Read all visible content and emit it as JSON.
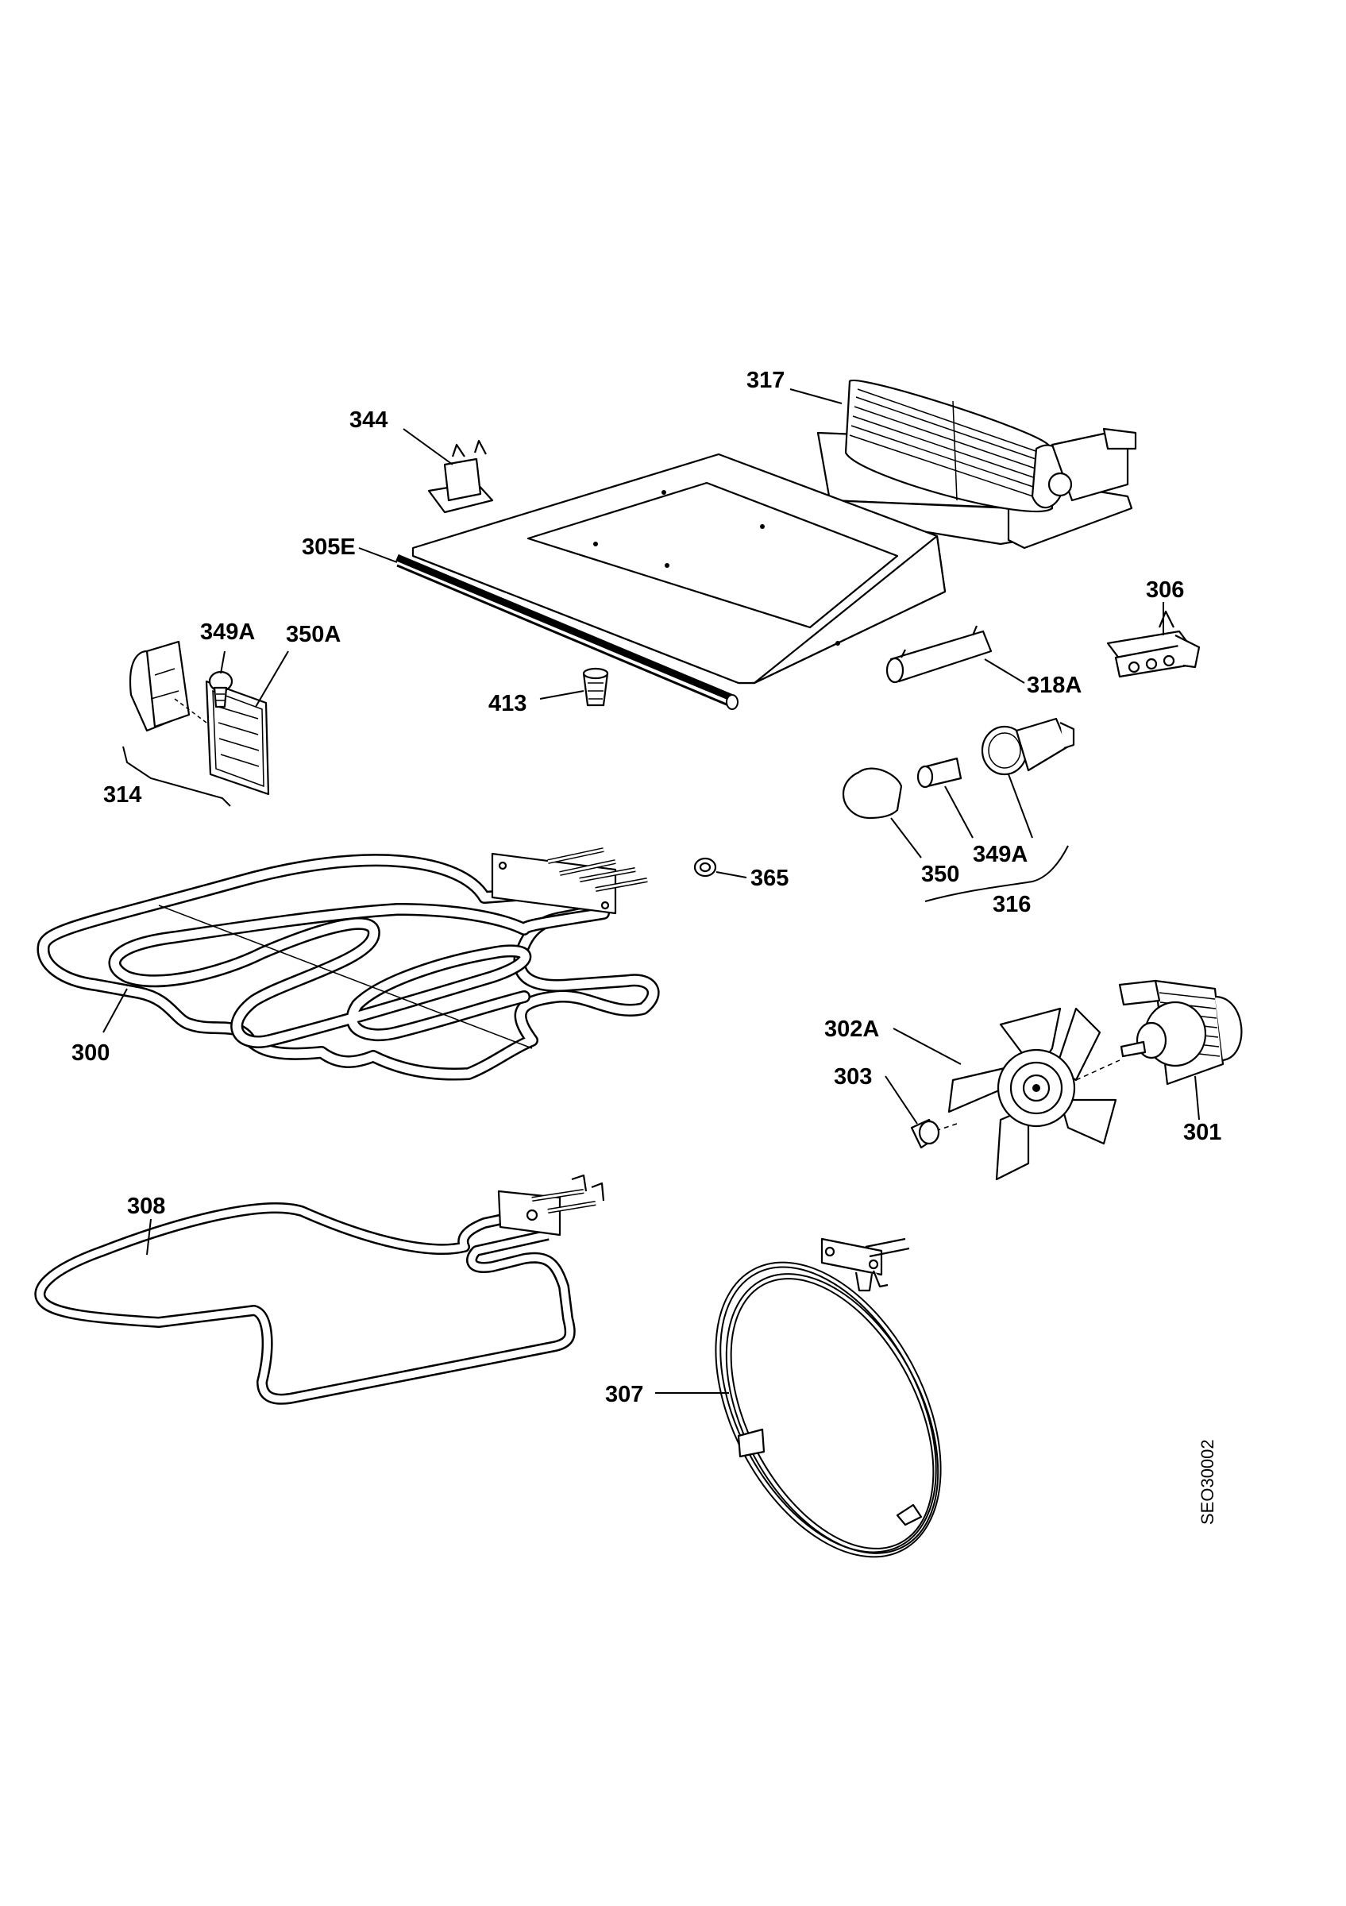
{
  "labels": {
    "p317": "317",
    "p344": "344",
    "p305E": "305E",
    "p306": "306",
    "p349A_left": "349A",
    "p350A": "350A",
    "p413": "413",
    "p318A": "318A",
    "p314": "314",
    "p350": "350",
    "p349A_right": "349A",
    "p316": "316",
    "p365": "365",
    "p300": "300",
    "p302A": "302A",
    "p303": "303",
    "p301": "301",
    "p308": "308",
    "p307": "307"
  },
  "drawing_code": "SEO30002"
}
